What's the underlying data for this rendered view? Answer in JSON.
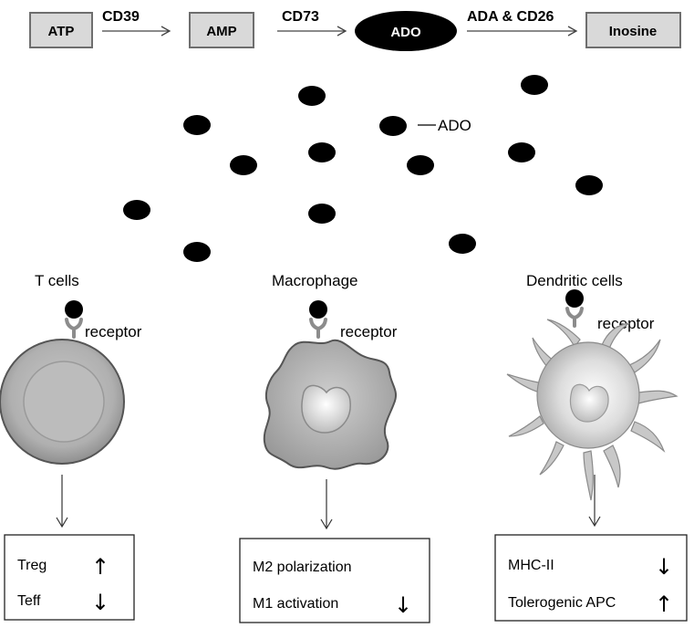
{
  "pathway": {
    "substrates": [
      "ATP",
      "AMP",
      "ADO",
      "Inosine"
    ],
    "enzymes": [
      "CD39",
      "CD73",
      "ADA & CD26"
    ]
  },
  "ado_label": "ADO",
  "cells": [
    {
      "title": "T cells",
      "receptor_label": "receptor",
      "outcomes": [
        {
          "label": "Treg",
          "arrow": "↑"
        },
        {
          "label": "Teff",
          "arrow": "↓"
        }
      ]
    },
    {
      "title": "Macrophage",
      "receptor_label": "receptor",
      "outcomes": [
        {
          "label": "M2 polarization",
          "arrow": ""
        },
        {
          "label": "M1 activation",
          "arrow": "↓"
        }
      ]
    },
    {
      "title": "Dendritic cells",
      "receptor_label": "receptor",
      "outcomes": [
        {
          "label": "MHC-II",
          "arrow": "↓"
        },
        {
          "label": "Tolerogenic APC",
          "arrow": "↑"
        }
      ]
    }
  ],
  "colors": {
    "box_fill": "#d9d9d9",
    "box_stroke": "#6e6e6e",
    "ado_fill": "#000000",
    "cell_gray": "#b5b5b5",
    "receptor_gray": "#8c8c8c"
  }
}
